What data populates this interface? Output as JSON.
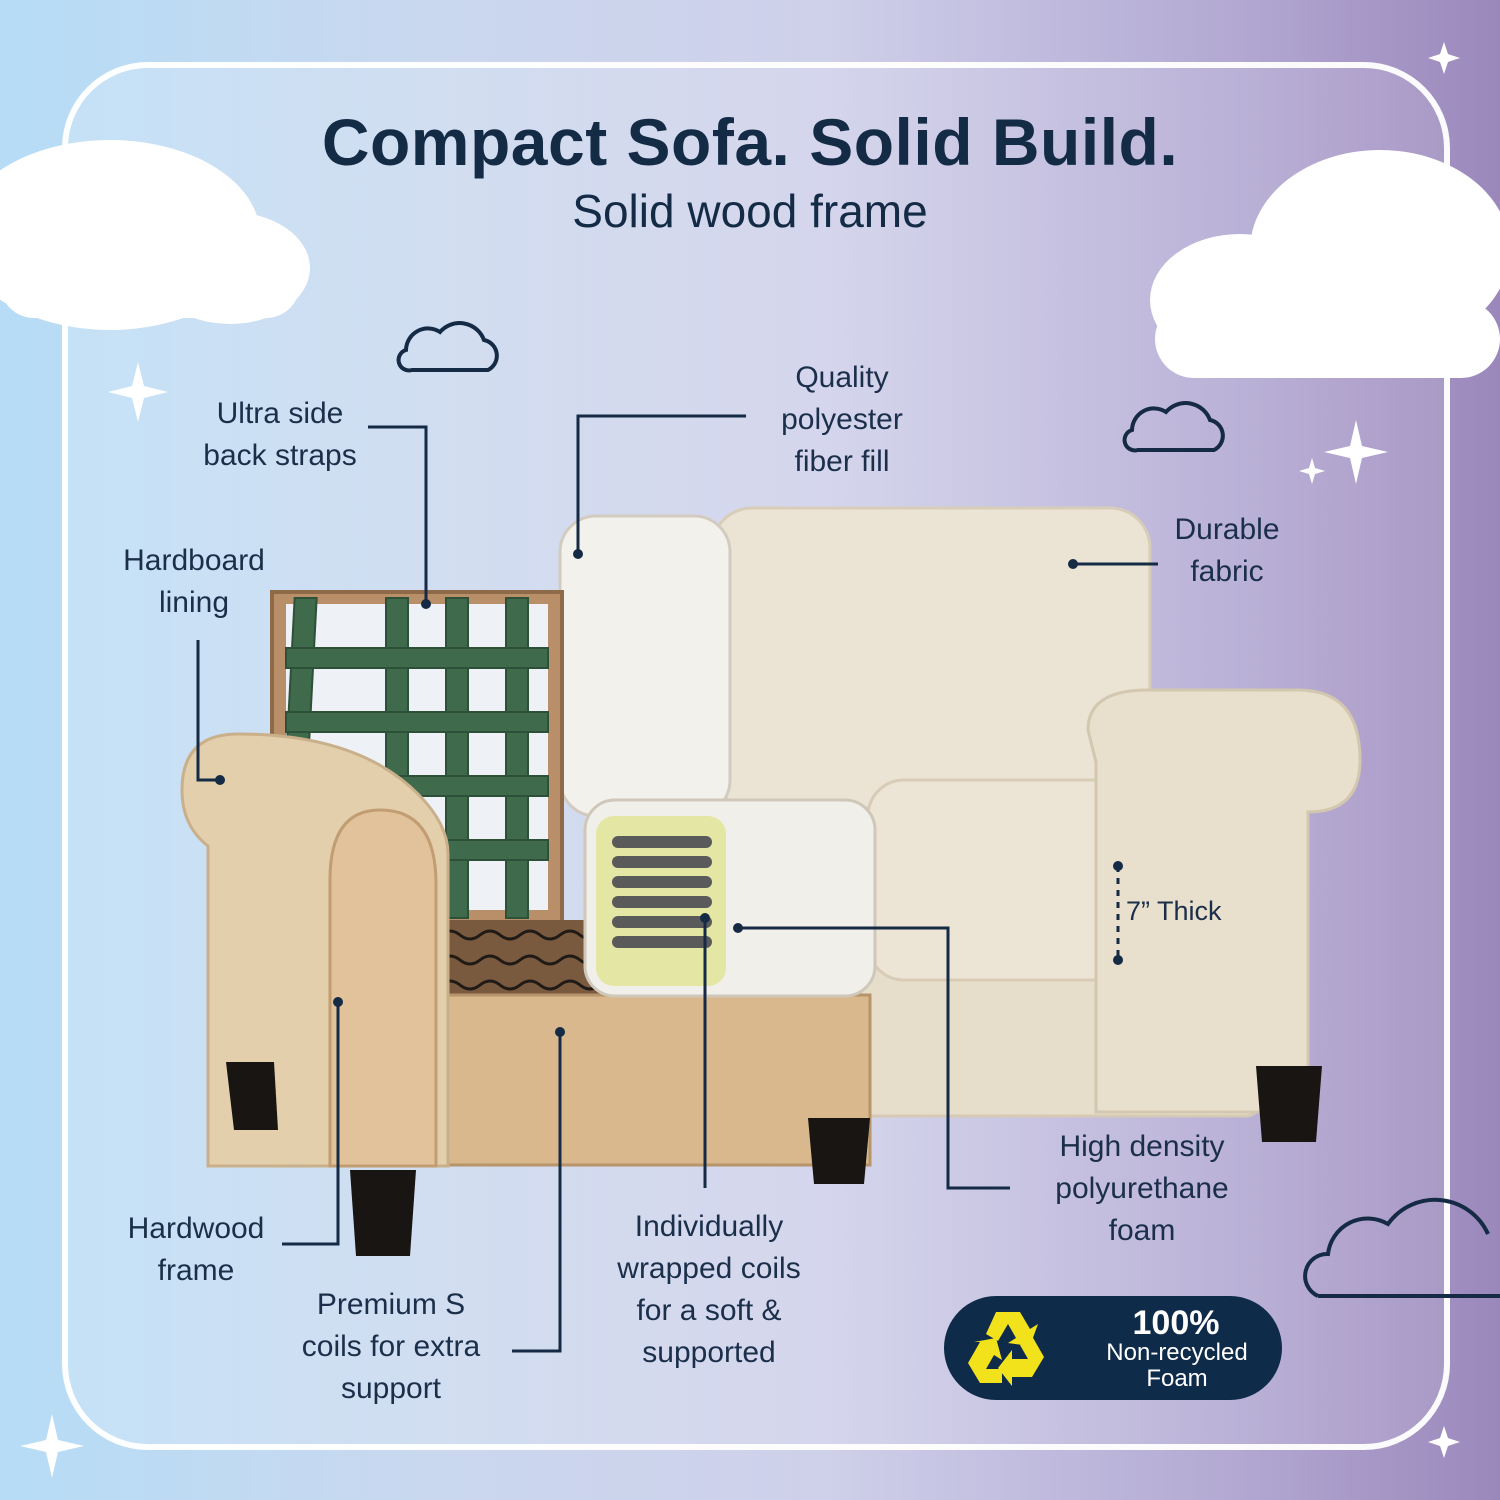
{
  "header": {
    "title": "Compact Sofa. Solid Build.",
    "subtitle": "Solid wood frame"
  },
  "callouts": {
    "back_straps": "Ultra side\nback straps",
    "hardboard": "Hardboard\nlining",
    "polyester": "Quality\npolyester\nfiber fill",
    "fabric": "Durable\nfabric",
    "thickness": "7” Thick",
    "hardwood": "Hardwood\nframe",
    "s_coils": "Premium S\ncoils for extra\nsupport",
    "wrapped_coils": "Individually\nwrapped coils\nfor a soft &\nsupported",
    "foam": "High density\npolyurethane\nfoam"
  },
  "badge": {
    "percent": "100%",
    "text": "Non-recycled\nFoam",
    "icon": "recycle-icon"
  },
  "colors": {
    "navy": "#142b46",
    "badge_bg": "#0f2b4a",
    "recycle_yellow": "#f2e21c",
    "strap_green": "#3f6b4c",
    "fabric_cream": "#e9e0cf"
  }
}
